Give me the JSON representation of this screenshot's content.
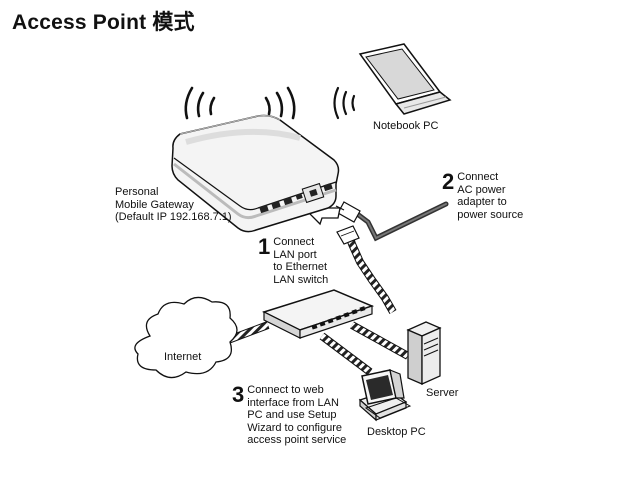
{
  "title": "Access Point 模式",
  "labels": {
    "notebook": "Notebook PC",
    "gateway": "Personal\nMobile Gateway\n(Default IP 192.168.7.1)",
    "internet": "Internet",
    "server": "Server",
    "desktop": "Desktop PC"
  },
  "steps": [
    {
      "num": "1",
      "text": "Connect\nLAN port\nto Ethernet\nLAN switch"
    },
    {
      "num": "2",
      "text": "Connect\nAC power\nadapter to\npower source"
    },
    {
      "num": "3",
      "text": "Connect to web\ninterface from LAN\nPC and use Setup\nWizard to configure\naccess point service"
    }
  ],
  "colors": {
    "ink": "#111111",
    "body_light": "#f2f2f2",
    "shade": "#cfcfcf",
    "dark": "#444444"
  }
}
